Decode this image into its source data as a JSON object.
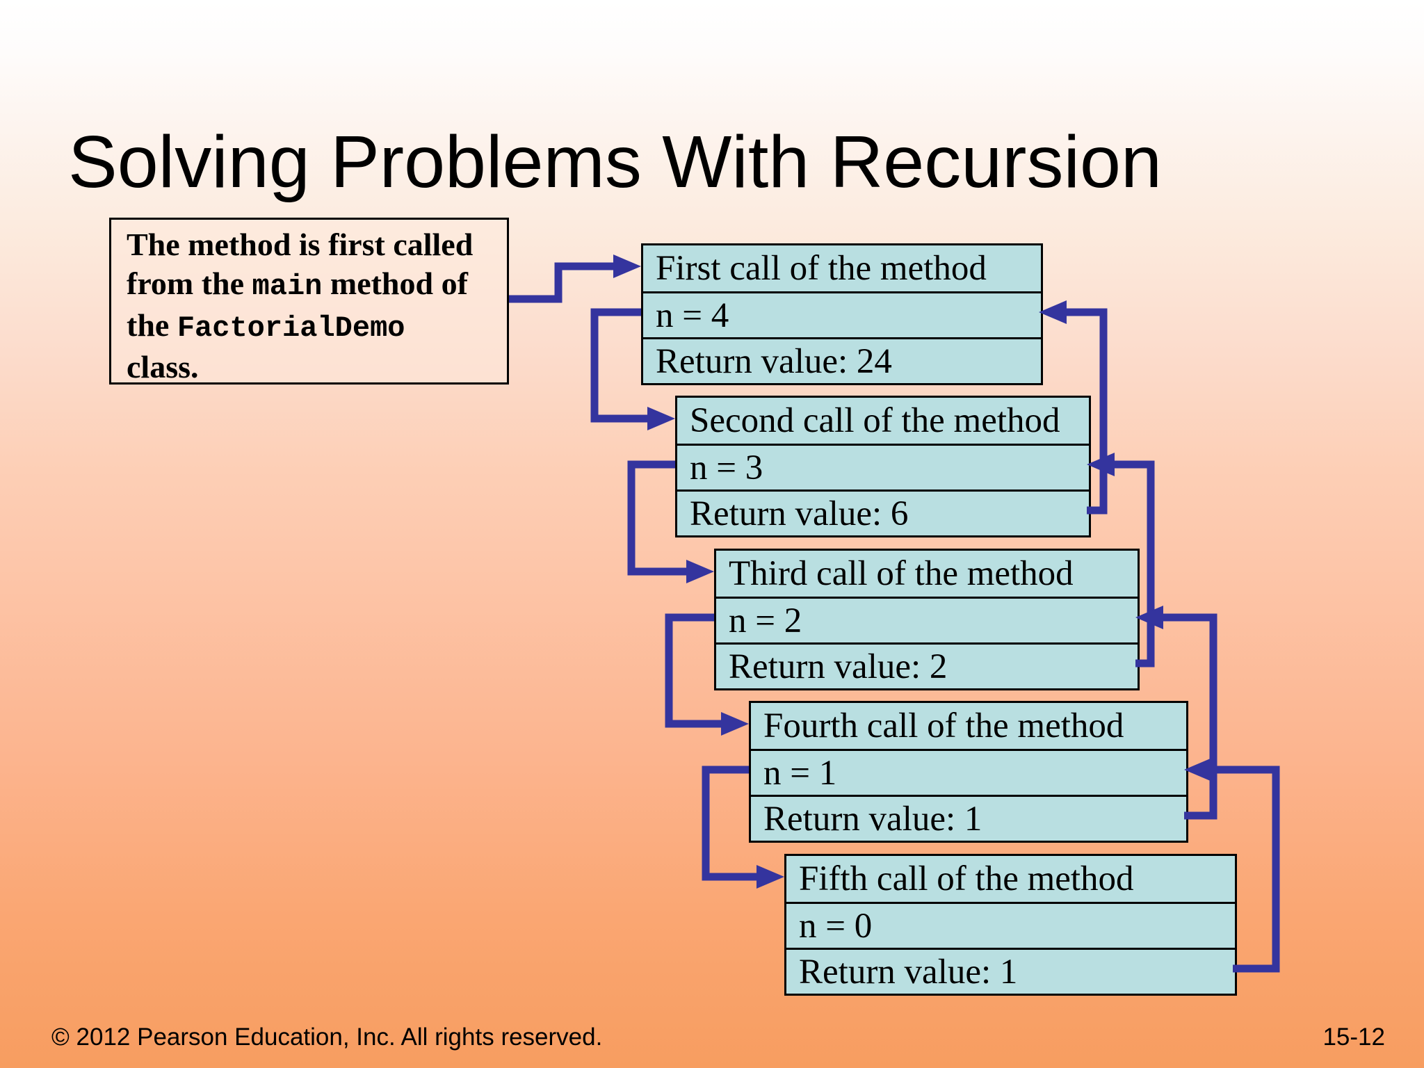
{
  "slide_title": "Solving Problems With Recursion",
  "callout": {
    "lines": [
      [
        {
          "t": "The method is first called",
          "f": "serif"
        }
      ],
      [
        {
          "t": "from the ",
          "f": "serif"
        },
        {
          "t": "main",
          "f": "mono"
        },
        {
          "t": " method of",
          "f": "serif"
        }
      ],
      [
        {
          "t": "the ",
          "f": "serif"
        },
        {
          "t": "FactorialDemo",
          "f": "mono"
        }
      ],
      [
        {
          "t": "class.",
          "f": "serif"
        }
      ]
    ]
  },
  "calls": [
    {
      "title": "First call of the method",
      "param": "n = 4",
      "return_value": "Return value: 24"
    },
    {
      "title": "Second call of the method",
      "param": "n = 3",
      "return_value": "Return value: 6"
    },
    {
      "title": "Third call of the method",
      "param": "n = 2",
      "return_value": "Return value: 2"
    },
    {
      "title": "Fourth call of the method",
      "param": "n = 1",
      "return_value": "Return value: 1"
    },
    {
      "title": "Fifth call of the method",
      "param": "n = 0",
      "return_value": "Return value: 1"
    }
  ],
  "footer": {
    "copyright": "© 2012 Pearson Education, Inc. All rights reserved.",
    "page_number": "15-12"
  },
  "colors": {
    "arrow": "#34349e",
    "box_fill": "#b9dfe1",
    "box_border": "#000000",
    "background_top": "#ffffff",
    "background_bottom": "#f79d60"
  }
}
